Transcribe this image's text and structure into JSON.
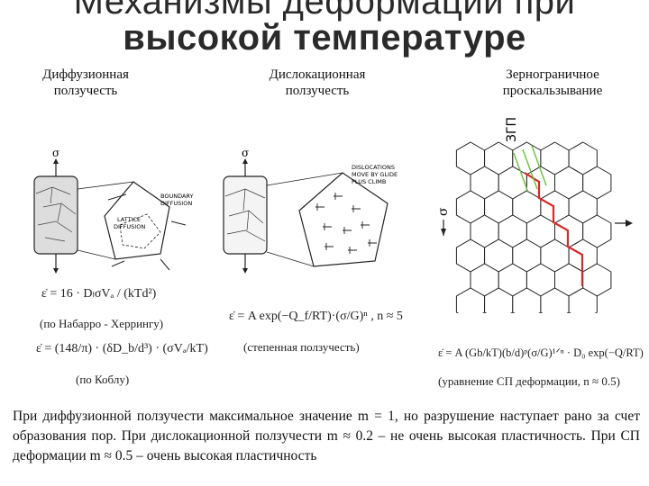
{
  "title": {
    "line1": "Механизмы деформации при",
    "line2": "высокой температуре"
  },
  "columns": [
    {
      "heading_line1": "Диффузионная",
      "heading_line2": "ползучесть",
      "sigma": "σ",
      "fig_labels": [
        "BOUNDARY",
        "DIFFUSION",
        "LATTICE",
        "DIFFUSION"
      ],
      "formula1": "ε̇ = 16 · DₗσVₐ / (kTd²)",
      "caption1": "(по Набарро - Херрингу)",
      "formula2": "ε̇ = (148/π) · (δD_b/d³) · (σVₐ/kT)",
      "caption2": "(по Коблу)"
    },
    {
      "heading_line1": "Дислокационная",
      "heading_line2": "ползучесть",
      "sigma": "σ",
      "fig_labels": [
        "DISLOCATIONS",
        "MOVE BY GLIDE",
        "PLUS CLIMB"
      ],
      "formula1": "ε̇ = A exp(−Q_f/RT)·(σ/G)ⁿ , n ≈ 5",
      "caption1": "(степенная ползучесть)"
    },
    {
      "heading_line1": "Зернограничное",
      "heading_line2": "проскальзывание",
      "side_label": "ЗГП",
      "sigma": "σ",
      "formula1": "ε̇ = A (Gb/kT)(b/d)ᵖ(σ/G)¹ᐟⁿ · D₀ exp(−Q/RT)",
      "caption1": "(уравнение СП деформации, n ≈ 0.5)"
    }
  ],
  "bottom_text": {
    "p1": "При диффузионной ползучести максимальное значение m = 1, но разрушение наступает рано за счет образования пор. При дислокационной ползучести m ≈ 0.2 – не очень высокая пластичность. При СП деформации m ≈ 0.5 – очень высокая пластичность"
  },
  "colors": {
    "text": "#111111",
    "title": "#2a2a2a",
    "boundary_red": "#d62828",
    "arrow_green": "#6bbf3a",
    "line": "#222222"
  }
}
